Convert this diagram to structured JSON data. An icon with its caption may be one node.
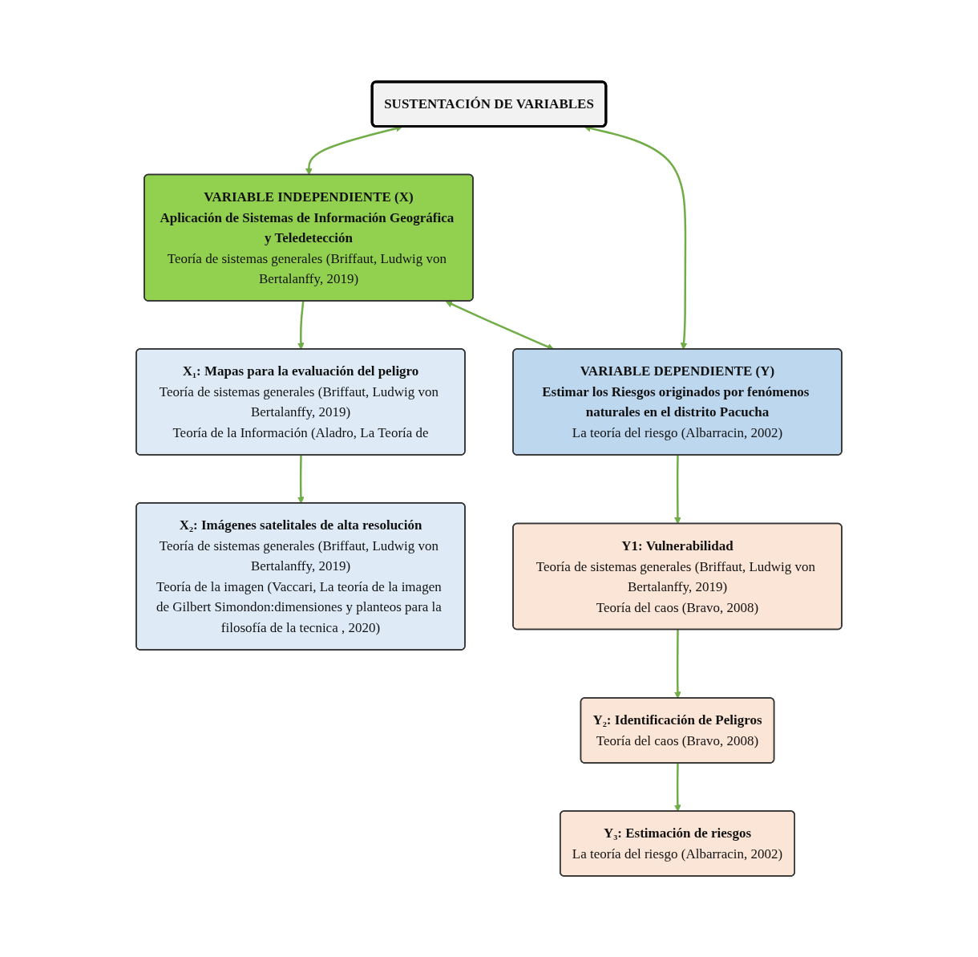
{
  "diagram": {
    "nodes": [
      {
        "text": [
          "SUSTENTACIÓN DE VARIABLES"
        ]
      },
      {
        "text": [
          "VARIABLE INDEPENDIENTE (X)",
          "Aplicación de Sistemas de Información Geográfica y Teledetección",
          "Teoría de sistemas generales (Briffaut, Ludwig von Bertalanffy, 2019)"
        ]
      },
      {
        "text": [
          "VARIABLE DEPENDIENTE (Y)",
          "Estimar los Riesgos originados por fenómenos naturales en el distrito Pacucha",
          "La teoría del riesgo (Albarracin, 2002)"
        ]
      },
      {
        "text": [
          "X₁: Mapas para la evaluación del peligro",
          "Teoría de sistemas generales (Briffaut, Ludwig von Bertalanffy, 2019)",
          "Teoría de la Información (Aladro, La Teoría de"
        ]
      },
      {
        "text": [
          "X₂: Imágenes satelitales de alta resolución",
          "Teoría de sistemas generales (Briffaut, Ludwig von Bertalanffy, 2019)",
          "Teoría de la imagen (Vaccari, La teoría de la imagen de Gilbert Simondon:dimensiones y planteos para la filosofía de la tecnica , 2020)"
        ]
      },
      {
        "text": [
          "Y1: Vulnerabilidad",
          "Teoría de sistemas generales (Briffaut, Ludwig von Bertalanffy, 2019)",
          "Teoría del caos (Bravo, 2008)"
        ]
      },
      {
        "text": [
          "Y₂: Identificación de Peligros",
          "Teoría del caos (Bravo, 2008)"
        ]
      },
      {
        "text": [
          "Y₃: Estimación de riesgos",
          "La teoría del riesgo (Albarracin, 2002)"
        ]
      }
    ],
    "edges": [
      {
        "from": 0,
        "to": 1,
        "arrow": "both"
      },
      {
        "from": 0,
        "to": 2,
        "arrow": "both"
      },
      {
        "from": 1,
        "to": 2,
        "arrow": "both"
      },
      {
        "from": 1,
        "to": 3,
        "arrow": "to"
      },
      {
        "from": 3,
        "to": 4,
        "arrow": "to"
      },
      {
        "from": 2,
        "to": 5,
        "arrow": "to"
      },
      {
        "from": 5,
        "to": 6,
        "arrow": "to"
      },
      {
        "from": 6,
        "to": 7,
        "arrow": "to"
      }
    ]
  }
}
